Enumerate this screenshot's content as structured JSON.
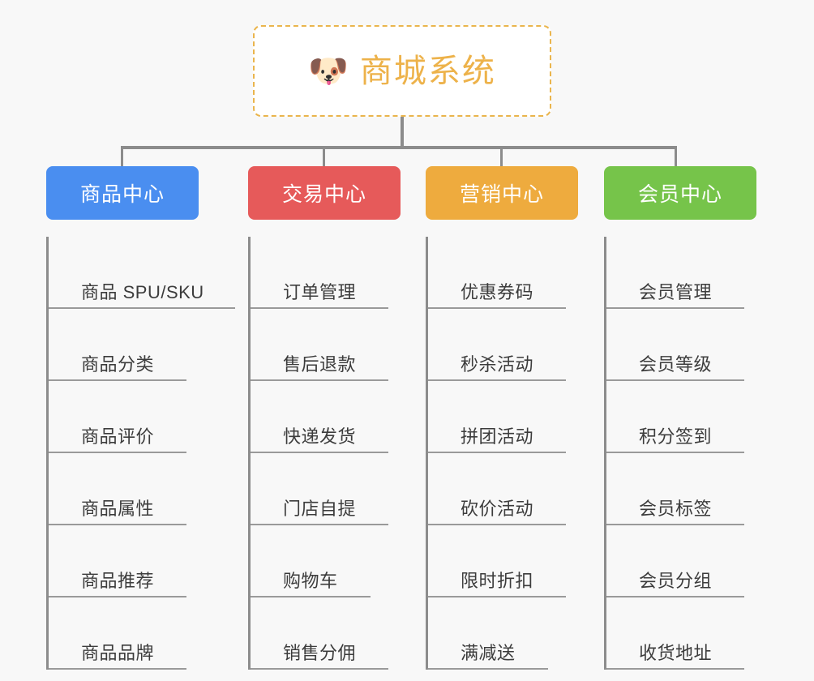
{
  "background_color": "#f8f8f8",
  "root": {
    "icon": "dog-face-emoji",
    "emoji": "🐶",
    "title": "商城系统",
    "border_color": "#eab54d",
    "text_color": "#edb24a",
    "fill_color": "#ffffff"
  },
  "connector_color": "#8c8c8c",
  "leaf_text_color": "#3c3c3c",
  "leaf_rule_color": "#9a9a9a",
  "columns": [
    {
      "header": "商品中心",
      "color": "#4a8ef0",
      "items": [
        "商品 SPU/SKU",
        "商品分类",
        "商品评价",
        "商品属性",
        "商品推荐",
        "商品品牌"
      ]
    },
    {
      "header": "交易中心",
      "color": "#e65a5a",
      "items": [
        "订单管理",
        "售后退款",
        "快递发货",
        "门店自提",
        "购物车",
        "销售分佣"
      ]
    },
    {
      "header": "营销中心",
      "color": "#eeab3e",
      "items": [
        "优惠券码",
        "秒杀活动",
        "拼团活动",
        "砍价活动",
        "限时折扣",
        "满减送"
      ]
    },
    {
      "header": "会员中心",
      "color": "#76c44a",
      "items": [
        "会员管理",
        "会员等级",
        "积分签到",
        "会员标签",
        "会员分组",
        "收货地址"
      ]
    }
  ]
}
